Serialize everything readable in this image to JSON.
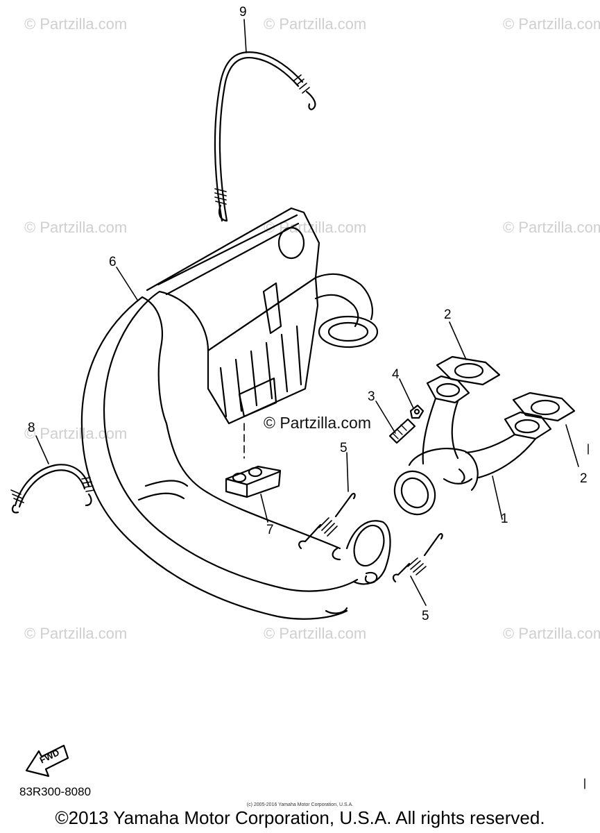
{
  "watermark": "© Partzilla.com",
  "center_watermark": "© Partzilla.com",
  "callouts": {
    "c1": "1",
    "c2a": "2",
    "c2b": "2",
    "c3": "3",
    "c4": "4",
    "c5a": "5",
    "c5b": "5",
    "c6": "6",
    "c7": "7",
    "c8": "8",
    "c9": "9"
  },
  "fwd_label": "FWD",
  "part_code": "83R300-8080",
  "small_copyright": "(c) 2005-2016 Yamaha Motor Corporation, U.S.A.",
  "copyright": "©2013 Yamaha Motor Corporation, U.S.A. All rights reserved."
}
